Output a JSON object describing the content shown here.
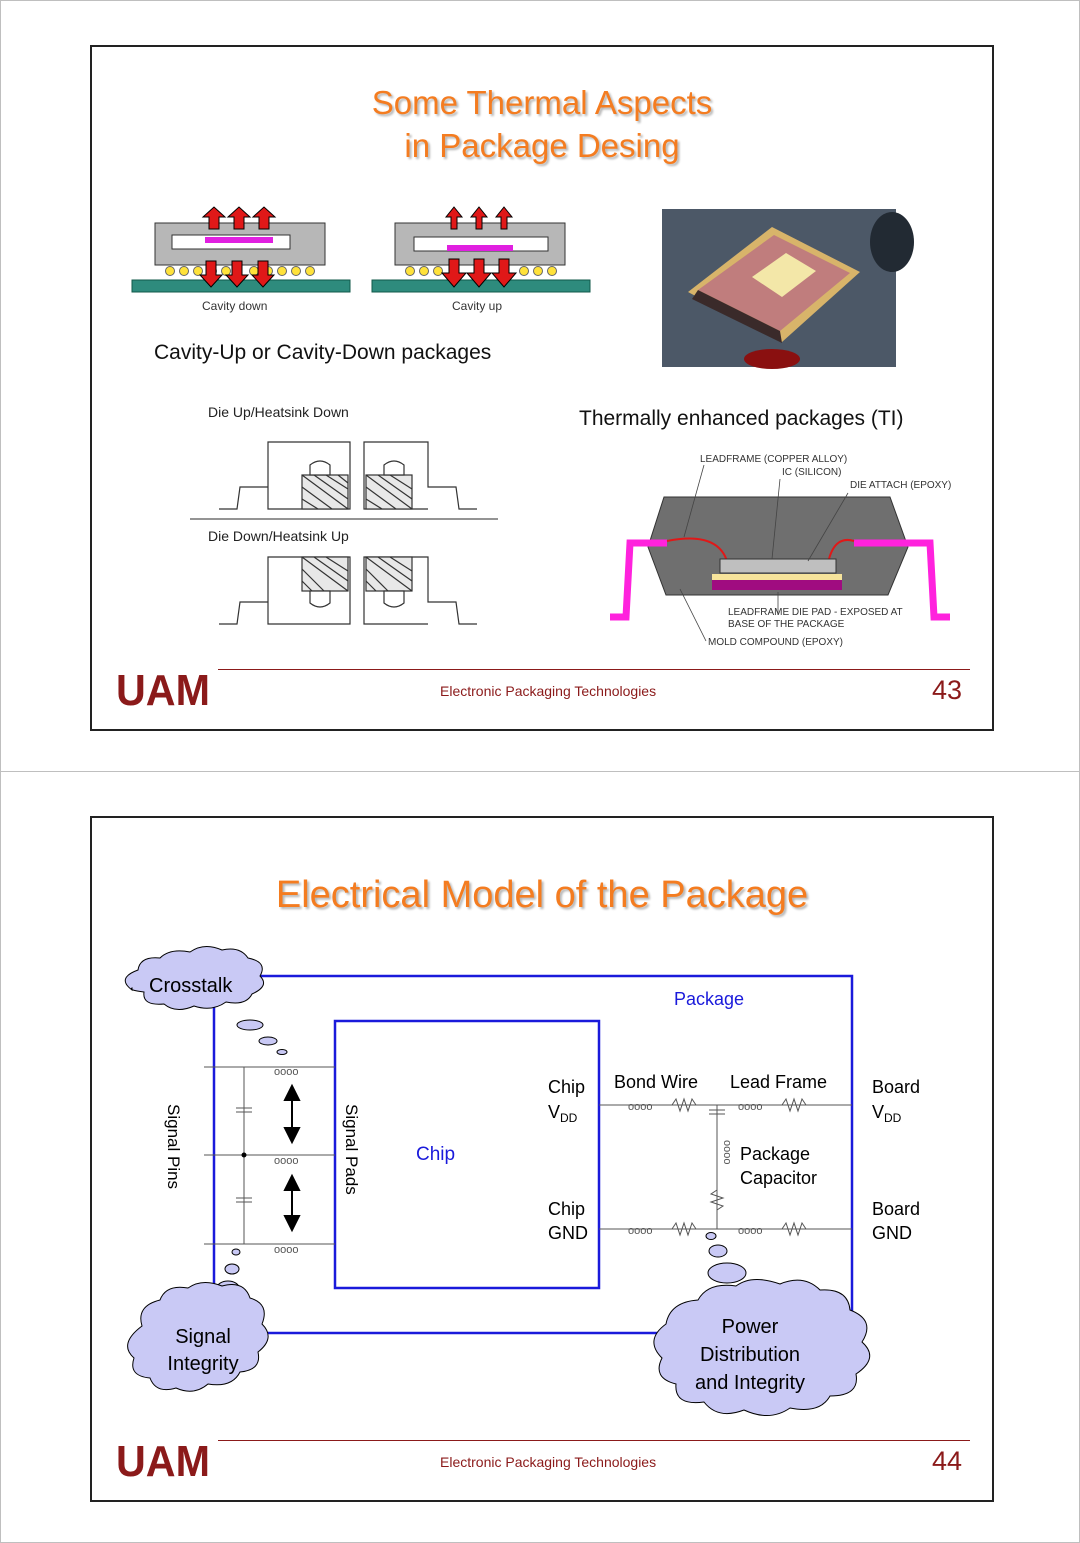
{
  "slide43": {
    "title_line1": "Some Thermal Aspects",
    "title_line2": "in Package Desing",
    "cavity_down_label": "Cavity down",
    "cavity_up_label": "Cavity up",
    "cavity_caption": "Cavity-Up or Cavity-Down packages",
    "thermally_caption": "Thermally enhanced packages (TI)",
    "die_up_label": "Die Up/Heatsink Down",
    "die_down_label": "Die Down/Heatsink Up",
    "leadframe_label": "LEADFRAME (COPPER ALLOY)",
    "ic_label": "IC (SILICON)",
    "die_attach_label": "DIE ATTACH (EPOXY)",
    "die_pad_label_1": "LEADFRAME DIE PAD - EXPOSED AT",
    "die_pad_label_2": "BASE OF THE PACKAGE",
    "mold_label": "MOLD COMPOUND (EPOXY)",
    "footer": "Electronic Packaging Technologies",
    "page_number": "43"
  },
  "slide44": {
    "title": "Electrical Model of the Package",
    "crosstalk": "Crosstalk",
    "package": "Package",
    "chip": "Chip",
    "signal_pins": "Signal Pins",
    "signal_pads": "Signal Pads",
    "chip_vdd_1": "Chip",
    "chip_vdd_2": "V",
    "chip_vdd_sub": "DD",
    "chip_gnd_1": "Chip",
    "chip_gnd_2": "GND",
    "bond_wire": "Bond Wire",
    "lead_frame": "Lead Frame",
    "board_vdd_1": "Board",
    "board_vdd_2": "V",
    "board_vdd_sub": "DD",
    "board_gnd_1": "Board",
    "board_gnd_2": "GND",
    "package_capacitor_1": "Package",
    "package_capacitor_2": "Capacitor",
    "signal_integrity_1": "Signal",
    "signal_integrity_2": "Integrity",
    "power_dist_1": "Power",
    "power_dist_2": "Distribution",
    "power_dist_3": "and Integrity",
    "footer": "Electronic Packaging Technologies",
    "page_number": "44"
  },
  "logo_text": "UAM",
  "colors": {
    "title": "#f47c20",
    "footer": "#8b1a1a",
    "package_line": "#1a1adb",
    "cloud": "#c9c9f5",
    "lead_magenta": "#ff22dd"
  }
}
